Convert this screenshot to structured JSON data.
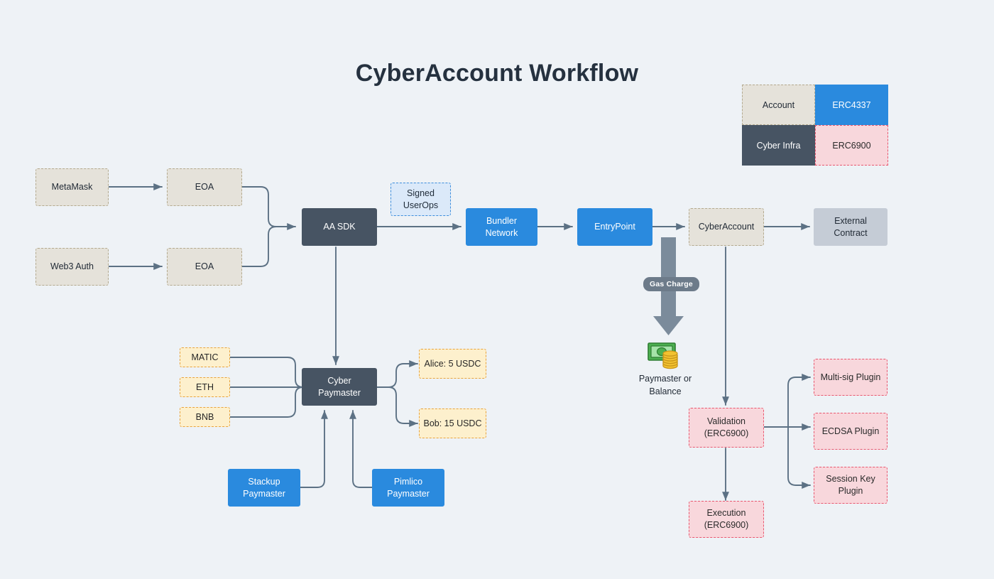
{
  "page": {
    "title": "CyberAccount Workflow",
    "background": "#eef2f6"
  },
  "colors": {
    "account_fill": "#e5e2da",
    "account_border": "#b3a98e",
    "cyber_infra_fill": "#475463",
    "erc4337_fill": "#2a8ade",
    "erc6900_fill": "#f8d7dc",
    "erc6900_border": "#e8576f",
    "token_fill": "#fdf0cd",
    "token_border": "#e8a33d",
    "userops_fill": "#dbe9f9",
    "userops_border": "#3c8ddc",
    "external_fill": "#c5ccd6",
    "edge_stroke": "#5c7184",
    "title_color": "#25313f"
  },
  "legend": {
    "cells": [
      {
        "label": "Account",
        "style": "account"
      },
      {
        "label": "ERC4337",
        "style": "erc4337"
      },
      {
        "label": "Cyber Infra",
        "style": "cyber-infra"
      },
      {
        "label": "ERC6900",
        "style": "erc6900"
      }
    ]
  },
  "nodes": {
    "metamask": {
      "label": "MetaMask",
      "style": "account"
    },
    "web3auth": {
      "label": "Web3 Auth",
      "style": "account"
    },
    "eoa_top": {
      "label": "EOA",
      "style": "account"
    },
    "eoa_bottom": {
      "label": "EOA",
      "style": "account"
    },
    "aa_sdk": {
      "label": "AA SDK",
      "style": "cyber-infra"
    },
    "signed_userops": {
      "line1": "Signed",
      "line2": "UserOps",
      "style": "userops"
    },
    "bundler": {
      "line1": "Bundler",
      "line2": "Network",
      "style": "erc4337"
    },
    "entrypoint": {
      "label": "EntryPoint",
      "style": "erc4337"
    },
    "cyberaccount": {
      "label": "CyberAccount",
      "style": "account"
    },
    "external": {
      "line1": "External",
      "line2": "Contract",
      "style": "external"
    },
    "matic": {
      "label": "MATIC",
      "style": "token"
    },
    "eth": {
      "label": "ETH",
      "style": "token"
    },
    "bnb": {
      "label": "BNB",
      "style": "token"
    },
    "cyber_paymaster": {
      "line1": "Cyber",
      "line2": "Paymaster",
      "style": "cyber-infra"
    },
    "alice": {
      "label": "Alice: 5 USDC",
      "style": "token"
    },
    "bob": {
      "label": "Bob: 15 USDC",
      "style": "token"
    },
    "stackup": {
      "line1": "Stackup",
      "line2": "Paymaster",
      "style": "erc4337"
    },
    "pimlico": {
      "line1": "Pimlico",
      "line2": "Paymaster",
      "style": "erc4337"
    },
    "validation": {
      "line1": "Validation",
      "line2": "(ERC6900)",
      "style": "erc6900"
    },
    "execution": {
      "line1": "Execution",
      "line2": "(ERC6900)",
      "style": "erc6900"
    },
    "multisig": {
      "label": "Multi-sig Plugin",
      "style": "erc6900"
    },
    "ecdsa": {
      "label": "ECDSA Plugin",
      "style": "erc6900"
    },
    "sessionkey": {
      "line1": "Session Key",
      "line2": "Plugin",
      "style": "erc6900"
    }
  },
  "annotations": {
    "gas_charge": "Gas Charge",
    "paymaster_balance": {
      "line1": "Paymaster or",
      "line2": "Balance"
    },
    "money_icon": "money-banknote-coins-icon"
  }
}
